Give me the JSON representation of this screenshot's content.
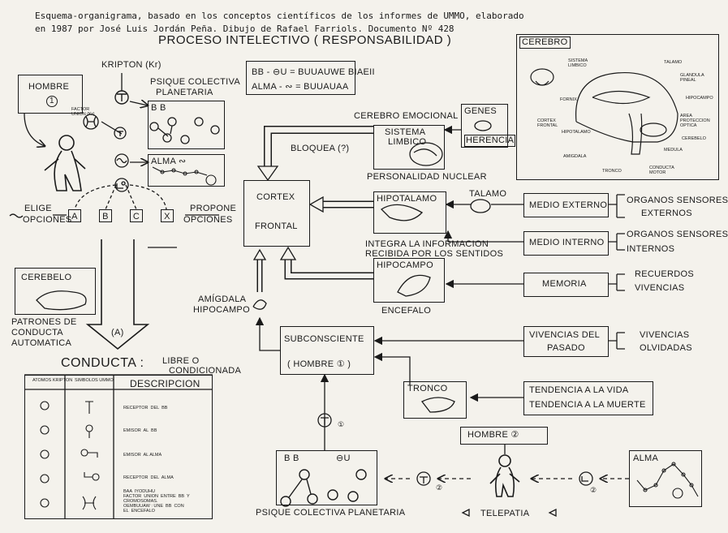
{
  "header": {
    "line1": "Esquema-organigrama, basado en los conceptos científicos de los informes de UMMO, elaborado",
    "line2": "en 1987 por  José Luis Jordán Peña.   Dibujo de  Rafael Farriols.  Documento Nº 428"
  },
  "title": "PROCESO INTELECTIVO  ( RESPONSABILIDAD )",
  "legend": {
    "line1": "BB - ⊖U   = BUUAUWE  BIAEII",
    "line2": "ALMA - ∾  = BUUAUAA"
  },
  "left": {
    "hombre": "HOMBRE",
    "hombre_num": "1",
    "kripton": "KRIPTON (Kr)",
    "psique_top": "PSIQUE COLECTIVA",
    "planetaria": "PLANETARIA",
    "bb": "B B",
    "factor_union": "FACTOR\nUNION (Kr)",
    "alma": "ALMA  ∾",
    "elige": "ELIGE",
    "opciones": "OPCIONES",
    "options": [
      "A",
      "B",
      "C",
      "X"
    ],
    "propone": "PROPONE",
    "cerebelo": "CEREBELO",
    "patrones_1": "PATRONES DE",
    "patrones_2": "CONDUCTA",
    "patrones_3": "AUTOMATICA",
    "arrow_a": "(A)",
    "conducta": "CONDUCTA :",
    "libre": "LIBRE  O",
    "condicionada": "CONDICIONADA"
  },
  "table": {
    "col1": "ATOMOS KRIPTON",
    "col2": "SIMBOLOS UMMO",
    "col3": "DESCRIPCION",
    "rows": [
      "RECEPTOR  DEL  BB",
      "EMISOR  AL  BB",
      "EMISOR  AL ALMA",
      "RECEPTOR  DEL  ALMA",
      "BAA  IYODUHU\nFACTOR  UNION  ENTRE  BB  Y\nCROMOSOMAS.\nOEMBUUAW : UNE  BB  CON\nEL  ENCEFALO"
    ]
  },
  "center": {
    "cerebro_emocional": "CEREBRO EMOCIONAL",
    "sistema": "SISTEMA",
    "limbico": "LIMBICO",
    "genes": "GENES",
    "herencia": "HERENCIA",
    "bloquea": "BLOQUEA (?)",
    "personalidad": "PERSONALIDAD  NUCLEAR",
    "cortex": "CORTEX",
    "frontal": "FRONTAL",
    "hipotalamo": "HIPOTALAMO",
    "talamo": "TALAMO",
    "integra_1": "INTEGRA LA INFORMACION",
    "integra_2": "RECIBIDA POR LOS SENTIDOS",
    "hipocampo": "HIPOCAMPO",
    "encefalo": "ENCEFALO",
    "amigdala": "AMÍGDALA",
    "hipocampo_small": "HIPOCAMPO",
    "subconsciente": "SUBCONSCIENTE",
    "hombre_1": "( HOMBRE  ① )",
    "tronco": "TRONCO"
  },
  "right": {
    "medio_externo": "MEDIO   EXTERNO",
    "medio_interno": "MEDIO  INTERNO",
    "memoria": "MEMORIA",
    "vivencias_del": "VIVENCIAS  DEL",
    "pasado": "PASADO",
    "tendencia_vida": "TENDENCIA  A LA  VIDA",
    "tendencia_muerte": "TENDENCIA  A LA  MUERTE",
    "organos_sensores": "ORGANOS SENSORES",
    "externos": "EXTERNOS",
    "internos": "INTERNOS",
    "recuerdos": "RECUERDOS",
    "vivencias": "VIVENCIAS",
    "olvidadas": "OLVIDADAS"
  },
  "bottom": {
    "bb": "B B",
    "alma_sym": "⊖U",
    "psique": "PSIQUE  COLECTIVA  PLANETARIA",
    "num1": "①",
    "hombre_2": "HOMBRE   ②",
    "telepatia": "TELEPATIA",
    "num2": "②",
    "alma": "ALMA"
  },
  "brain": {
    "title": "CEREBRO",
    "labels": [
      "SISTEMA\nLIMBICO",
      "TALAMO",
      "GLANDULA\nPINEAL",
      "FORNIX",
      "HIPOCAMPO",
      "CORTEX\nFRONTAL",
      "AREA\nPROTECCION\nOPTICA",
      "HIPOTALAMO",
      "CEREBELO",
      "AMIGDALA",
      "MEDULA",
      "TRONCO",
      "CONDUCTA\nMOTOR"
    ]
  }
}
